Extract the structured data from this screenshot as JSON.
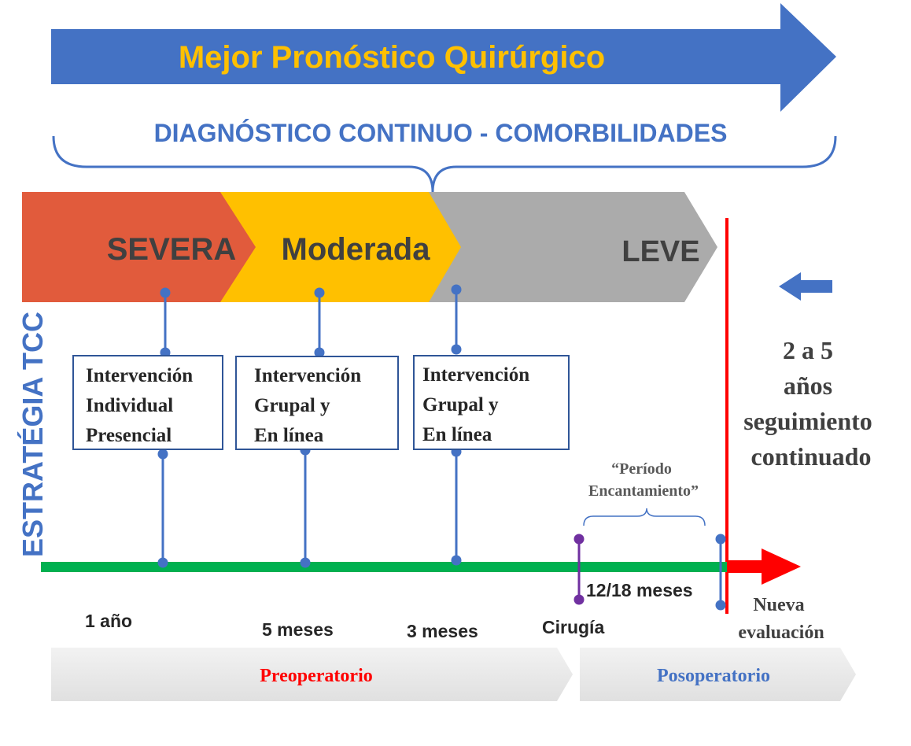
{
  "header": {
    "arrow_title": "Mejor Pronóstico Quirúrgico",
    "brace_title": "DIAGNÓSTICO CONTINUO - COMORBILIDADES"
  },
  "severity": {
    "severe": "SEVERA",
    "moderate": "Moderada",
    "mild": "LEVE"
  },
  "side_label": "ESTRATÉGIA TCC",
  "interventions": [
    {
      "line1": "Intervención",
      "line2": "Individual",
      "line3": "Presencial"
    },
    {
      "line1": "Intervención",
      "line2": "Grupal  y",
      "line3": "En línea"
    },
    {
      "line1": "Intervención",
      "line2": "Grupal  y",
      "line3": "En línea"
    }
  ],
  "followup": {
    "line1": "2 a 5",
    "line2": "años",
    "line3": "seguimiento",
    "line4": "continuado"
  },
  "honeymoon": {
    "line1": "“Período",
    "line2": "Encantamiento”"
  },
  "timeline": {
    "t1": "1 año",
    "t2": "5 meses",
    "t3": "3 meses",
    "surgery": "Cirugía",
    "post_duration": "12/18 meses",
    "new_eval_1": "Nueva",
    "new_eval_2": "evaluación"
  },
  "phases": {
    "pre": "Preoperatorio",
    "post": "Posoperatorio"
  },
  "colors": {
    "blue": "#4472C4",
    "gold": "#FFC000",
    "orange": "#E15B3C",
    "gray": "#ABABAB",
    "green": "#00B050",
    "red": "#FF0000",
    "purple": "#7030A0",
    "dark": "#404040"
  }
}
